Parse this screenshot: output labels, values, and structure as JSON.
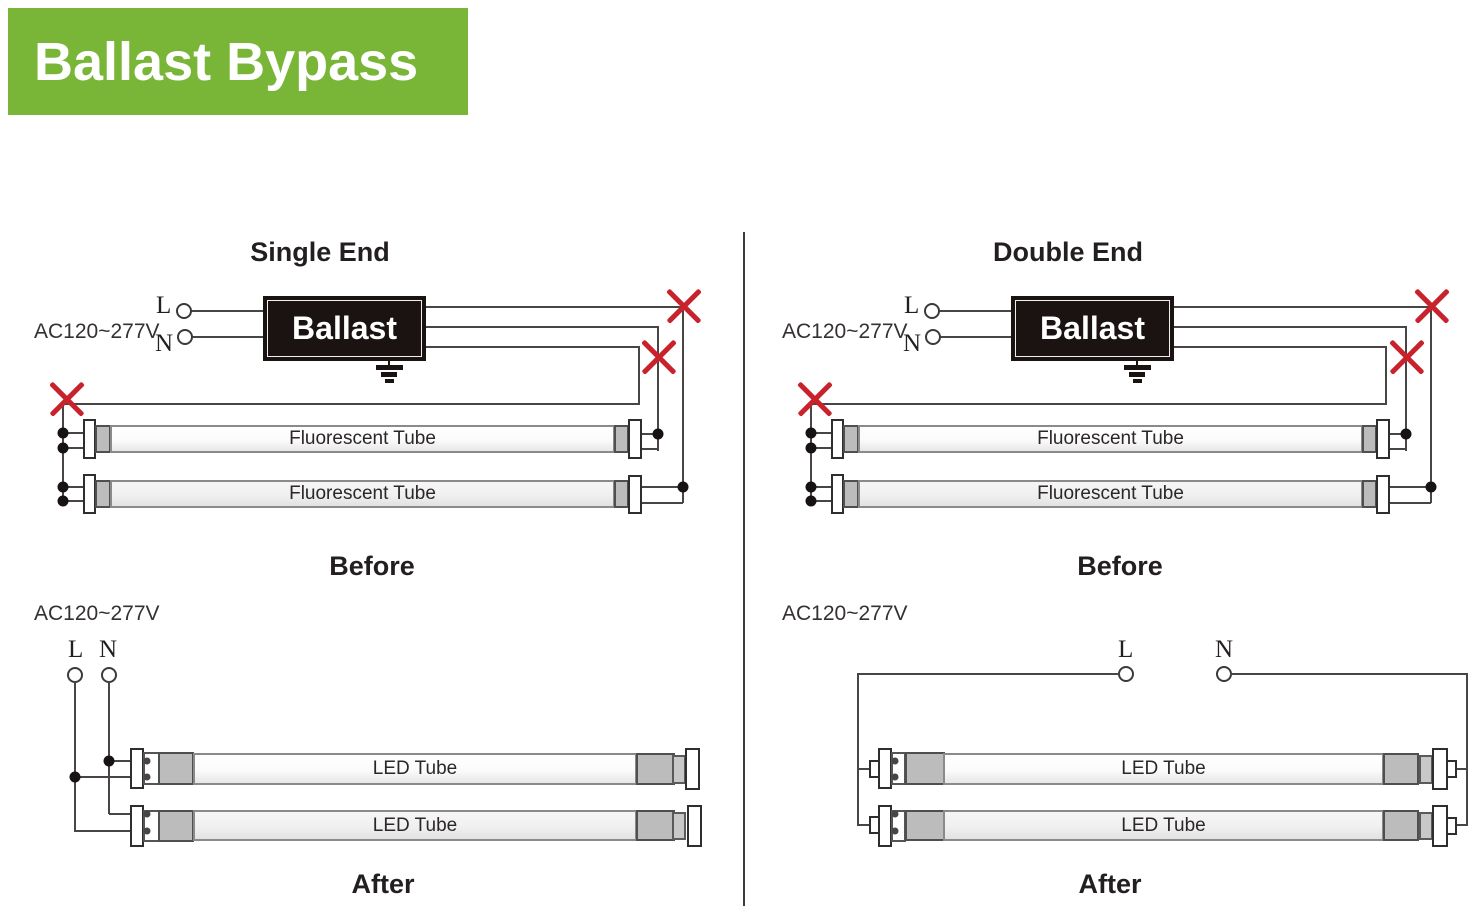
{
  "header": {
    "title": "Ballast Bypass"
  },
  "diagram_labels": {
    "ac_voltage": "AC120~277V",
    "live": "L",
    "neutral": "N",
    "ballast": "Ballast",
    "fluorescent_tube": "Fluorescent Tube",
    "led_tube": "LED Tube"
  },
  "sections": {
    "single_end": {
      "title": "Single End",
      "before_label": "Before",
      "after_label": "After"
    },
    "double_end": {
      "title": "Double End",
      "before_label": "Before",
      "after_label": "After"
    }
  },
  "colors": {
    "header_green": "#79b637",
    "cut_mark_red": "#c8232c",
    "wire_gray": "#4a4545",
    "ballast_black": "#1a1312",
    "text_dark": "#231f20"
  }
}
